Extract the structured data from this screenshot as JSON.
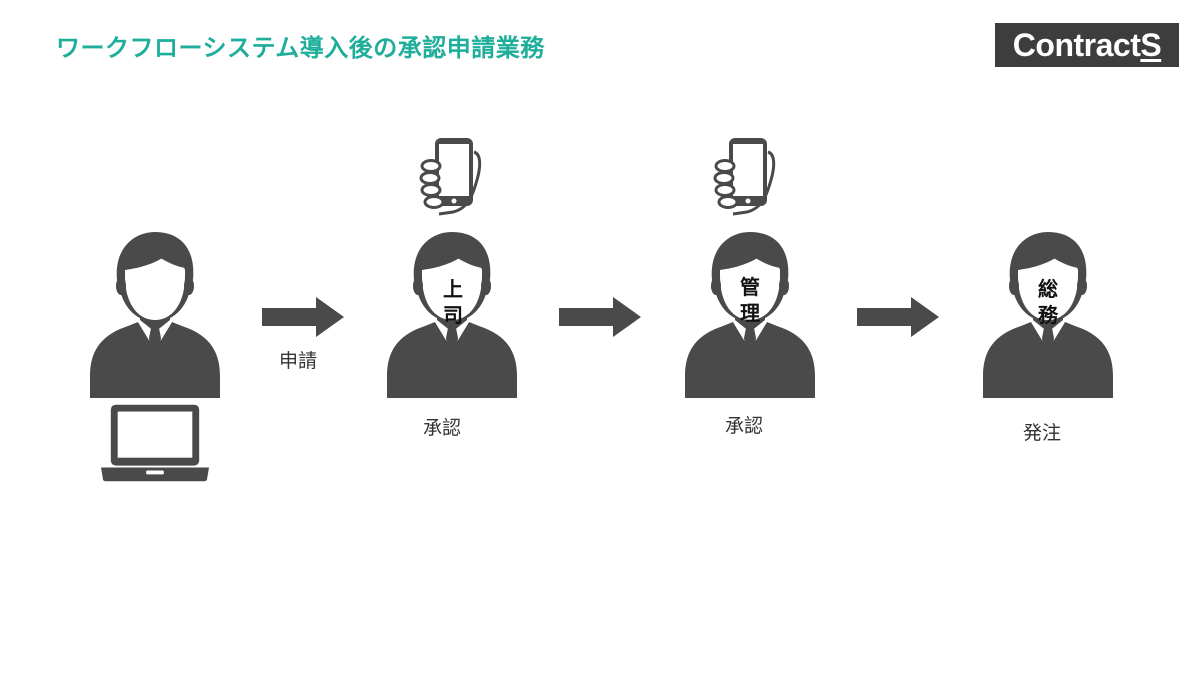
{
  "title": "ワークフローシステム導入後の承認申請業務",
  "logo": {
    "text_main": "Contract",
    "text_last": "S"
  },
  "steps": [
    {
      "role": "",
      "caption": ""
    },
    {
      "role_lines": [
        "上",
        "司"
      ],
      "caption": "承認"
    },
    {
      "role_lines": [
        "管",
        "理"
      ],
      "caption": "承認"
    },
    {
      "role_lines": [
        "総",
        "務"
      ],
      "caption": "発注"
    }
  ],
  "arrows": [
    {
      "label": "申請"
    },
    {
      "label": ""
    },
    {
      "label": ""
    }
  ],
  "icons": {
    "person": "person-icon",
    "laptop": "laptop-icon",
    "smartphone": "smartphone-in-hand-icon",
    "arrow": "arrow-right-icon"
  },
  "colors": {
    "title": "#1fae9b",
    "icon": "#4a4a4a",
    "logo_bg": "#3d3d3d"
  }
}
